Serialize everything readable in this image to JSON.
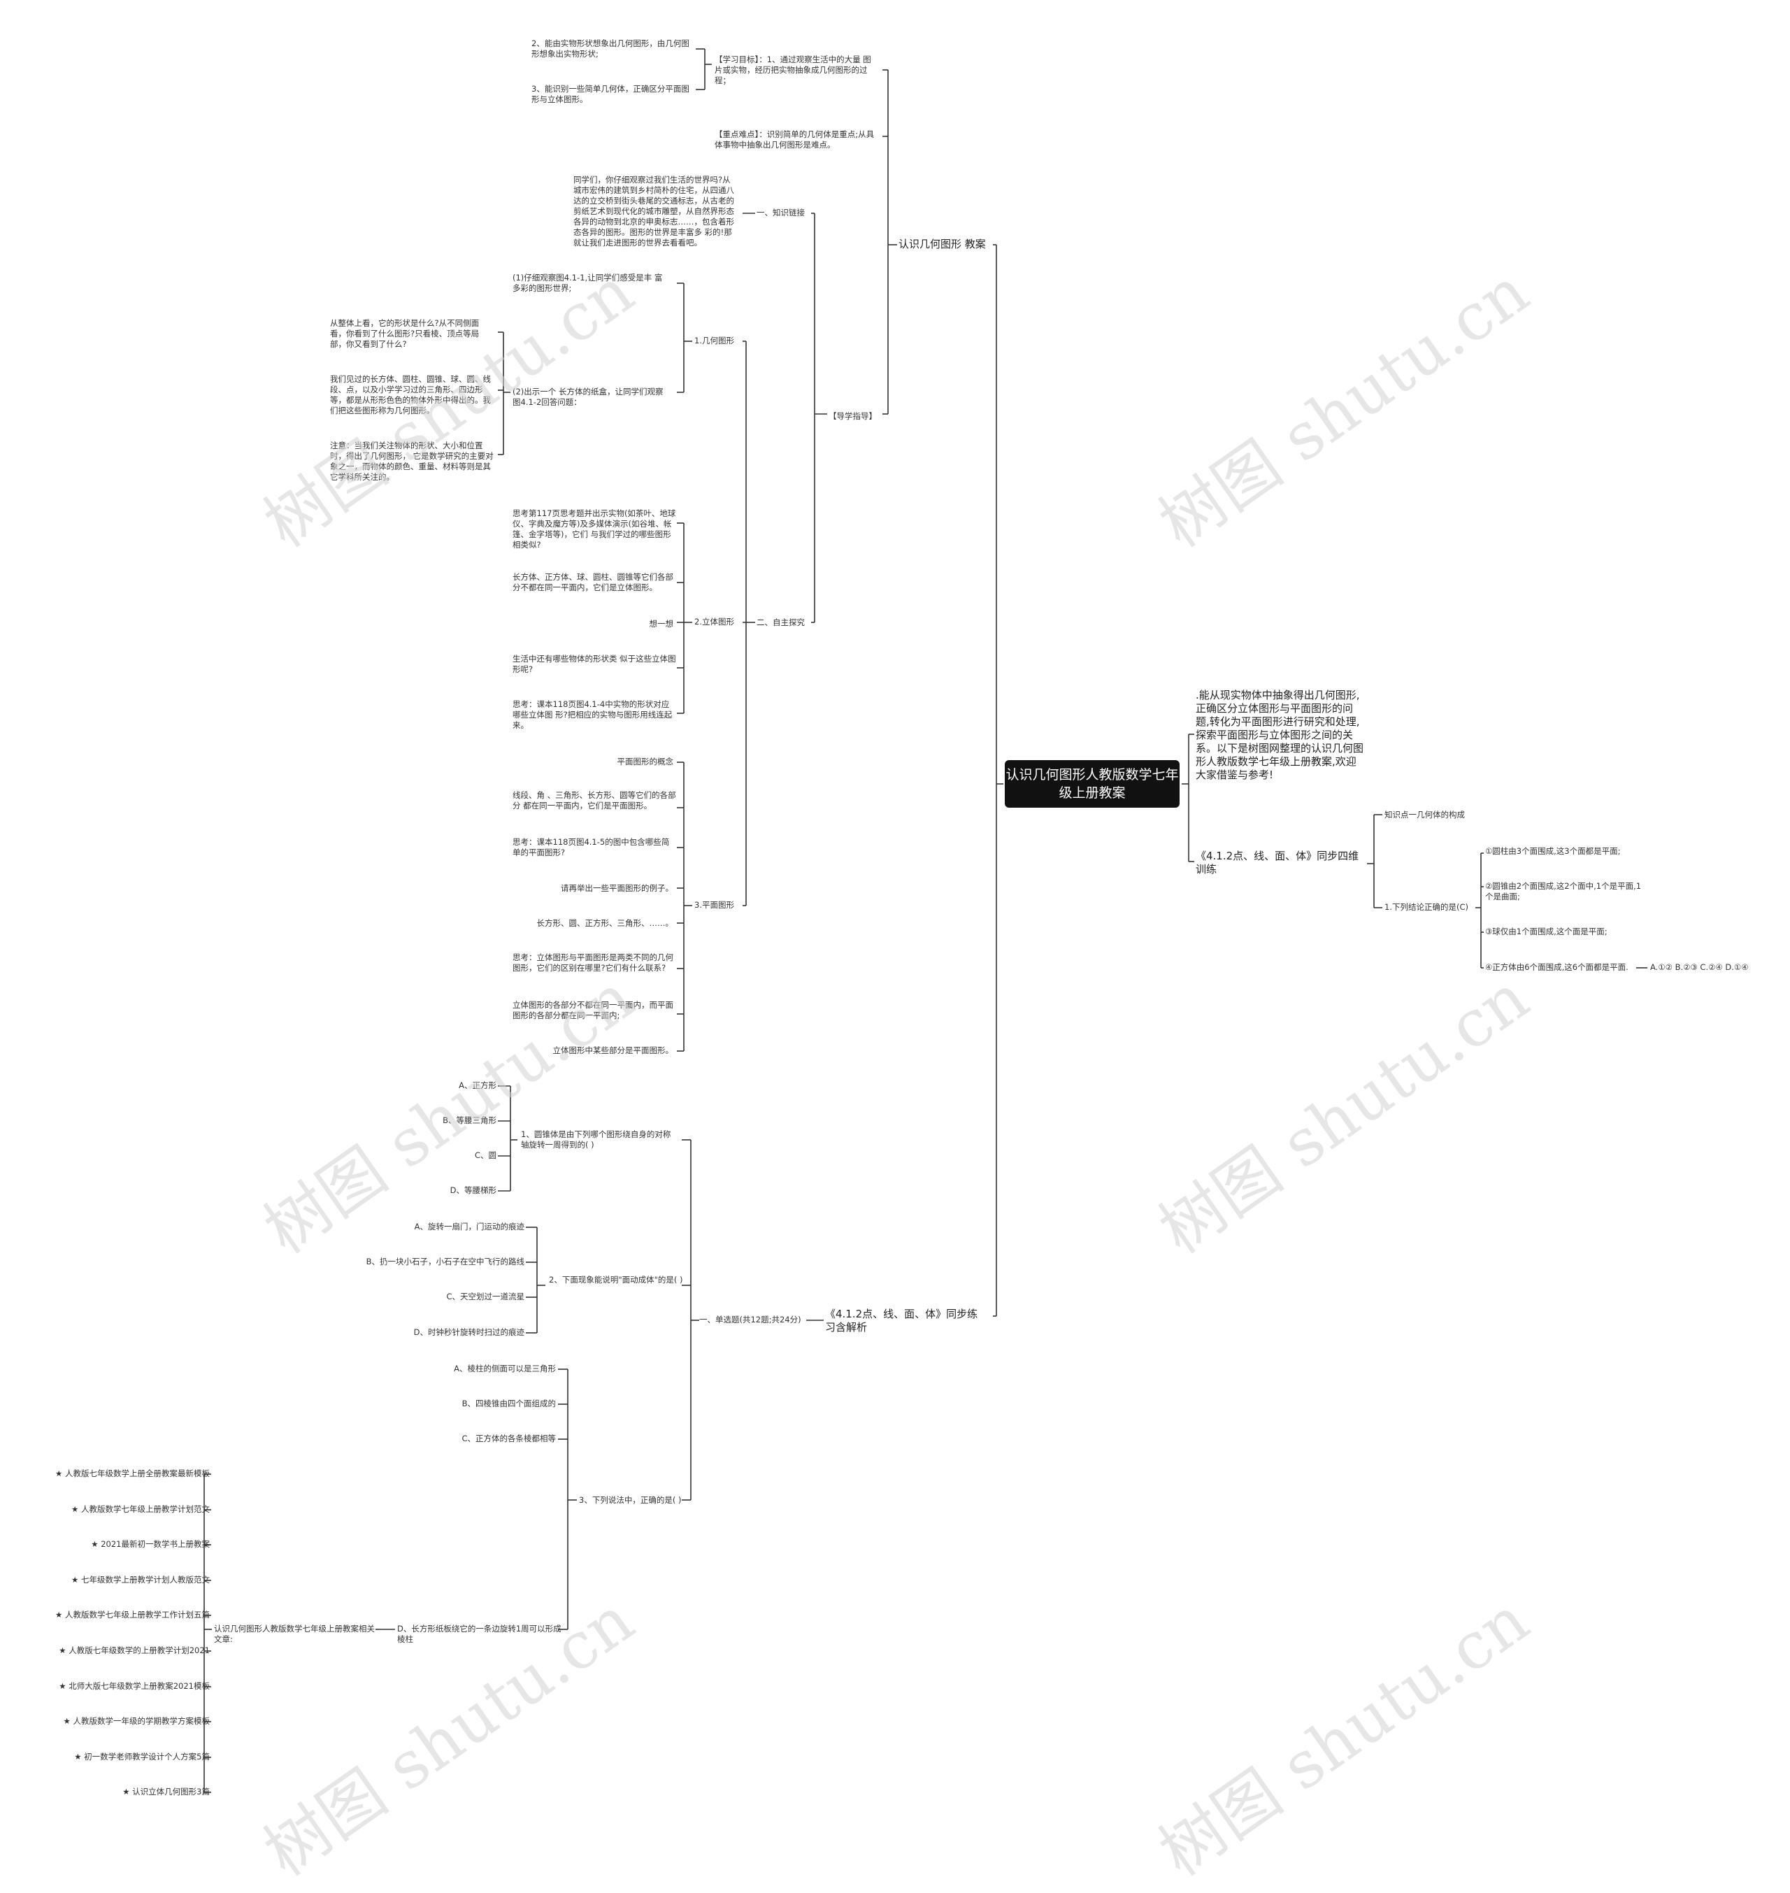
{
  "root": {
    "title": "认识几何图形人教版数学七年级上册教案"
  },
  "right": {
    "intro": ".能从现实物体中抽象得出几何图形,正确区分立体图形与平面图形的问题,转化为平面图形进行研究和处理,探索平面图形与立体图形之间的关系。以下是树图网整理的认识几何图形人教版数学七年级上册教案,欢迎大家借鉴与参考!",
    "branch2": "《4.1.2点、线、面、体》同步四维训练",
    "k1": "知识点一几何体的构成",
    "q1": "1.下列结论正确的是(C)",
    "o1": "①圆柱由3个面围成,这3个面都是平面;",
    "o2": "②圆锥由2个面围成,这2个面中,1个是平面,1个是曲面;",
    "o3": "③球仅由1个面围成,这个面是平面;",
    "o4": "④正方体由6个面围成,这6个面都是平面.",
    "o4ans": "A.①② B.②③ C.②④ D.①④"
  },
  "plan": {
    "label": "认识几何图形 教案",
    "goal_label": "【学习目标】：1、通过观察生活中的大量 图片或实物，经历把实物抽象成几何图形的过程；",
    "goal2": "2、能由实物形状想象出几何图形，由几何图形想象出实物形状;",
    "goal3": "3、能识别一些简单几何体，正确区分平面图形与立体图形。",
    "key": "【重点难点】：识别简单的几何体是重点;从具体事物中抽象出几何图形是难点。",
    "guide": "【导学指导】",
    "link": "一、知识链接",
    "link_text": "同学们，你仔细观察过我们生活的世界吗?从城市宏伟的建筑到乡村简朴的住宅，从四通八达的立交桥到街头巷尾的交通标志，从古老的剪纸艺术到现代化的城市雕塑，从自然界形态各异的动物到北京的申奥标志……，包含着形态各异的图形。图形的世界是丰富多 彩的!那就让我们走进图形的世界去看看吧。",
    "explore": "二、自主探究",
    "fig": "1.几何图形",
    "fig1": "(1)仔细观察图4.1-1,让同学们感受是丰 富多彩的图形世界;",
    "fig2": "(2)出示一个 长方体的纸盒，让同学们观察图4.1-2回答问题：",
    "fig2a": "从整体上看，它的形状是什么?从不同侧面看，你看到了什么图形?只看棱、顶点等局部，你又看到了什么?",
    "fig2b": "我们见过的长方体、圆柱、圆锥、球、圆、线段、点，以及小学学习过的三角形、四边形等，都是从形形色色的物体外形中得出的。我们把这些图形称为几何图形。",
    "fig2c": "注意：当我们关注物体的形状、大小和位置时，得出了几何图形， 它是数学研究的主要对象之一，而物体的颜色、重量、材料等则是其它学科所关注的。",
    "solid": "2.立体图形",
    "s1": "思考第117页思考题并出示实物(如茶叶、地球仪、字典及魔方等)及多媒体演示(如谷堆、帐篷、金字塔等)，它们 与我们学过的哪些图形相类似?",
    "s2": "长方体、正方体、球、圆柱、圆锥等它们各部分不都在同一平面内，它们是立体图形。",
    "s3": "想一想",
    "s4": "生活中还有哪些物体的形状类 似于这些立体图形呢?",
    "s5": "思考：课本118页图4.1-4中实物的形状对应哪些立体图 形?把相应的实物与图形用线连起来。",
    "plane": "3.平面图形",
    "p1": "平面图形的概念",
    "p2": "线段、角 、三角形、长方形、圆等它们的各部分 都在同一平面内，它们是平面图形。",
    "p3": "思考：课本118页图4.1-5的图中包含哪些简单的平面图形?",
    "p4": "请再举出一些平面图形的例子。",
    "p5": "长方形、圆、正方形、三角形、……。",
    "p6": "思考：立体图形与平面图形是两类不同的几何图形，它们的区别在哪里?它们有什么联系?",
    "p7": "立体图形的各部分不都在同一平面内，而平面图形的各部分都在同一平面内;",
    "p8": "立体图形中某些部分是平面图形。"
  },
  "practice": {
    "label": "《4.1.2点、线、面、体》同步练习含解析",
    "single": "一、单选题(共12题;共24分)",
    "q1": "1、圆锥体是由下列哪个图形绕自身的对称轴旋转一周得到的( )",
    "q1a": "A、正方形",
    "q1b": "B、等腰三角形",
    "q1c": "C、圆",
    "q1d": "D、等腰梯形",
    "q2": "2、下面现象能说明\"面动成体\"的是( )",
    "q2a": "A、旋转一扇门，门运动的痕迹",
    "q2b": "B、扔一块小石子，小石子在空中飞行的路线",
    "q2c": "C、天空划过一道流星",
    "q2d": "D、时钟秒针旋转时扫过的痕迹",
    "q3": "3、下列说法中，正确的是( )",
    "q3a": "A、棱柱的侧面可以是三角形",
    "q3b": "B、四棱锥由四个面组成的",
    "q3c": "C、正方体的各条棱都相等",
    "q3d": "D、长方形纸板绕它的一条边旋转1周可以形成棱柱",
    "related": "认识几何图形人教版数学七年级上册教案相关文章:",
    "links": [
      "★ 人教版七年级数学上册全册教案最新模板",
      "★ 人教版数学七年级上册教学计划范文",
      "★ 2021最新初一数学书上册教案",
      "★ 七年级数学上册教学计划人教版范文",
      "★ 人教版数学七年级上册教学工作计划五篇",
      "★ 人教版七年级数学的上册教学计划2021",
      "★ 北师大版七年级数学上册教案2021模板",
      "★ 人教版数学一年级的学期教学方案模板",
      "★ 初一数学老师教学设计个人方案5篇",
      "★ 认识立体几何图形3篇"
    ]
  },
  "watermark": "树图 shutu.cn"
}
